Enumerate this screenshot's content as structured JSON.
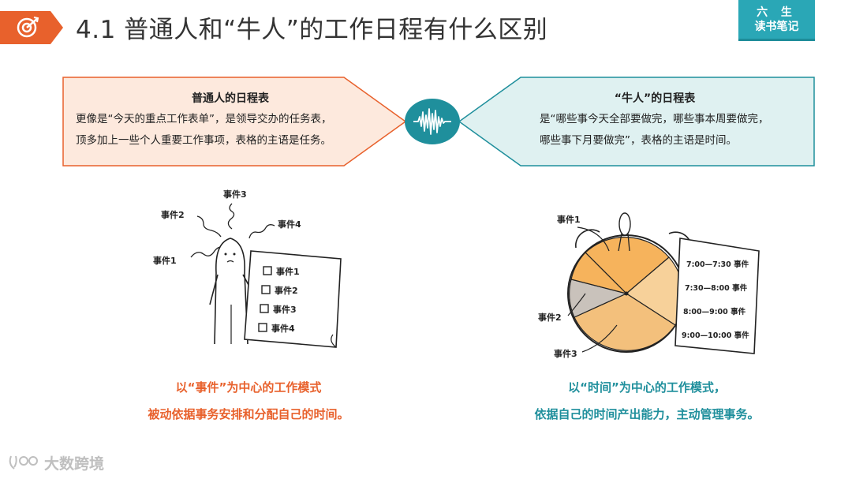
{
  "header": {
    "title": "4.1 普通人和“牛人”的工作日程有什么区别",
    "brand_line1": "六 生",
    "brand_line2": "读书笔记",
    "badge_icon": "target-icon"
  },
  "colors": {
    "orange": "#e8612c",
    "teal": "#1f8f9c",
    "left_card_fill": "#fde9dd",
    "right_card_fill": "#dff1f1"
  },
  "left_card": {
    "title": "普通人的日程表",
    "line1": "更像是“今天的重点工作表单”，是领导交办的任务表，",
    "line2": "顶多加上一些个人重要工作事项，表格的主语是任务。"
  },
  "right_card": {
    "title": "“牛人”的日程表",
    "line1": "是“哪些事今天全部要做完，哪些事本周要做完，",
    "line2": "哪些事下月要做完”，表格的主语是时间。"
  },
  "center_icon": "sound-wave-icon",
  "left_illustration": {
    "events": [
      "事件1",
      "事件2",
      "事件3",
      "事件4"
    ],
    "checklist": [
      "事件1",
      "事件2",
      "事件3",
      "事件4"
    ]
  },
  "right_illustration": {
    "events": [
      "事件1",
      "事件2",
      "事件3"
    ],
    "schedule": [
      "7:00—7:30 事件",
      "7:30—8:00 事件",
      "8:00—9:00 事件",
      "9:00—10:00 事件"
    ]
  },
  "captions": {
    "left_line1": "以“事件”为中心的工作模式",
    "left_line2": "被动依据事务安排和分配自己的时间。",
    "right_line1": "以“时间”为中心的工作模式，",
    "right_line2": "依据自己的时间产出能力，主动管理事务。"
  },
  "watermark": {
    "text": "大数跨境"
  }
}
